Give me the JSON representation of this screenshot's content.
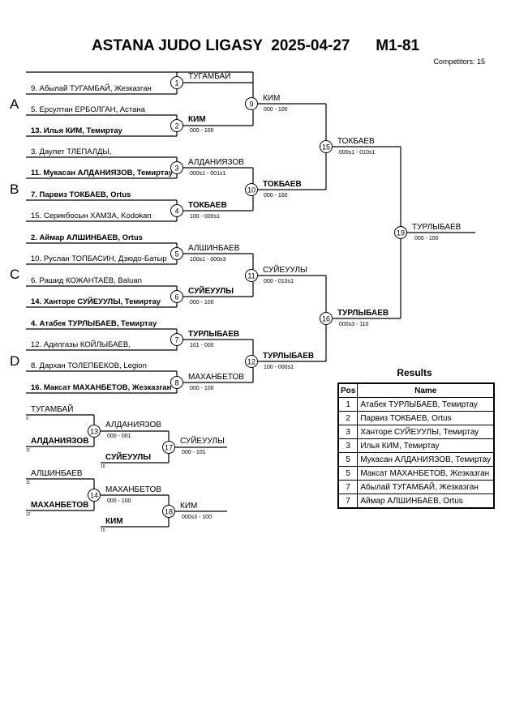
{
  "header": {
    "league": "ASTANA JUDO LIGASY",
    "date": "2025-04-27",
    "category": "M1-81",
    "competitors": "Competitors: 15"
  },
  "pools": [
    "A",
    "B",
    "C",
    "D"
  ],
  "entries": [
    {
      "label": "9. Абылай ТУГАМБАЙ, Жезказган",
      "bold": false
    },
    {
      "label": "5. Ерсултан ЕРБОЛГАН, Астана",
      "bold": false
    },
    {
      "label": "13. Илья КИМ, Темиртау",
      "bold": true
    },
    {
      "label": "3. Даулет ТЛЕПАЛДЫ,",
      "bold": false
    },
    {
      "label": "11. Мукасан АЛДАНИЯЗОВ, Темиртау",
      "bold": true
    },
    {
      "label": "7. Парвиз ТОКБАЕВ, Ortus",
      "bold": true
    },
    {
      "label": "15. Серикбосын ХАМЗА, Kodokan",
      "bold": false
    },
    {
      "label": "2. Аймар АЛШИНБАЕВ, Ortus",
      "bold": true
    },
    {
      "label": "10. Руслан ТОПБАСИН, Дзюдо-Батыр",
      "bold": false
    },
    {
      "label": "6. Рашид КОЖАНТАЕВ, Baluan",
      "bold": false
    },
    {
      "label": "14. Ханторе СУЙЕУУЛЫ, Темиртау",
      "bold": true
    },
    {
      "label": "4. Атабек ТУРЛЫБАЕВ, Темиртау",
      "bold": true
    },
    {
      "label": "12. Адилгазы КОЙЛЫБАЕВ,",
      "bold": false
    },
    {
      "label": "8. Дархан ТОЛЕПБЕКОВ, Legion",
      "bold": false
    },
    {
      "label": "16. Максат МАХАНБЕТОВ, Жезказган",
      "bold": true
    }
  ],
  "matches": [
    {
      "num": "1",
      "top": "ТУГАМБАЙ",
      "bottom": "КИМ",
      "score": "000 - 100",
      "winner": "bottom"
    },
    {
      "num": "3",
      "top": "АЛДАНИЯЗОВ",
      "bottom": "ТОКБАЕВ",
      "score": "100 - 000s1",
      "winner": "bottom",
      "top_score": "000s1 - 001s1"
    },
    {
      "num": "5",
      "top": "АЛШИНБАЕВ",
      "bottom": "СУЙЕУУЛЫ",
      "score": "000 - 100",
      "winner": "bottom",
      "top_score": "100s1 - 000s3"
    },
    {
      "num": "7",
      "top": "ТУРЛЫБАЕВ",
      "bottom": "МАХАНБЕТОВ",
      "score": "000 - 100",
      "winner": "top",
      "top_score": "101 - 000"
    },
    {
      "num": "9",
      "name": "КИМ",
      "score": "000 - 100"
    },
    {
      "num": "10",
      "name": "ТОКБАЕВ",
      "score": "000 - 100"
    },
    {
      "num": "11",
      "name": "СУЙЕУУЛЫ",
      "score": "000 - 010s1"
    },
    {
      "num": "12",
      "name": "ТУРЛЫБАЕВ",
      "score": "100 - 000s1"
    },
    {
      "num": "15",
      "name": "ТОКБАЕВ",
      "score": "000s1 - 010s1"
    },
    {
      "num": "16",
      "name": "ТУРЛЫБАЕВ",
      "score": "000s3 - 110"
    },
    {
      "num": "19",
      "name": "ТУРЛЫБАЕВ",
      "score": "000 - 100"
    }
  ],
  "repechage": {
    "r1_top": "ТУГАМБАЙ",
    "r1_top_seed": "9",
    "r1_bottom": "АЛДАНИЯЗОВ",
    "r1_bottom_seed": "11",
    "m13": "13",
    "m13_name": "АЛДАНИЯЗОВ",
    "m13_score": "000 - 001",
    "m17_bottom": "СУЙЕУУЛЫ",
    "m17_bottom_seed": "16",
    "m17": "17",
    "m17_name": "СУЙЕУУЛЫ",
    "m17_score": "000 - 101",
    "r2_top": "АЛШИНБАЕВ",
    "r2_top_seed": "11",
    "r2_bottom": "МАХАНБЕТОВ",
    "r2_bottom_seed": "12",
    "m14": "14",
    "m14_name": "МАХАНБЕТОВ",
    "m14_score": "000 - 100",
    "m18_bottom": "КИМ",
    "m18_bottom_seed": "15",
    "m18": "18",
    "m18_name": "КИМ",
    "m18_score": "000s3 - 100"
  },
  "results": {
    "title": "Results",
    "col_pos": "Pos",
    "col_name": "Name",
    "rows": [
      {
        "pos": "1",
        "name": "Атабек ТУРЛЫБАЕВ, Темиртау"
      },
      {
        "pos": "2",
        "name": "Парвиз ТОКБАЕВ, Ortus"
      },
      {
        "pos": "3",
        "name": "Ханторе СУЙЕУУЛЫ, Темиртау"
      },
      {
        "pos": "3",
        "name": "Илья КИМ, Темиртау"
      },
      {
        "pos": "5",
        "name": "Мукасан АЛДАНИЯЗОВ, Темиртау"
      },
      {
        "pos": "5",
        "name": "Максат МАХАНБЕТОВ, Жезказган"
      },
      {
        "pos": "7",
        "name": "Абылай ТУГАМБАЙ, Жезказган"
      },
      {
        "pos": "7",
        "name": "Аймар АЛШИНБАЕВ, Ortus"
      }
    ]
  }
}
